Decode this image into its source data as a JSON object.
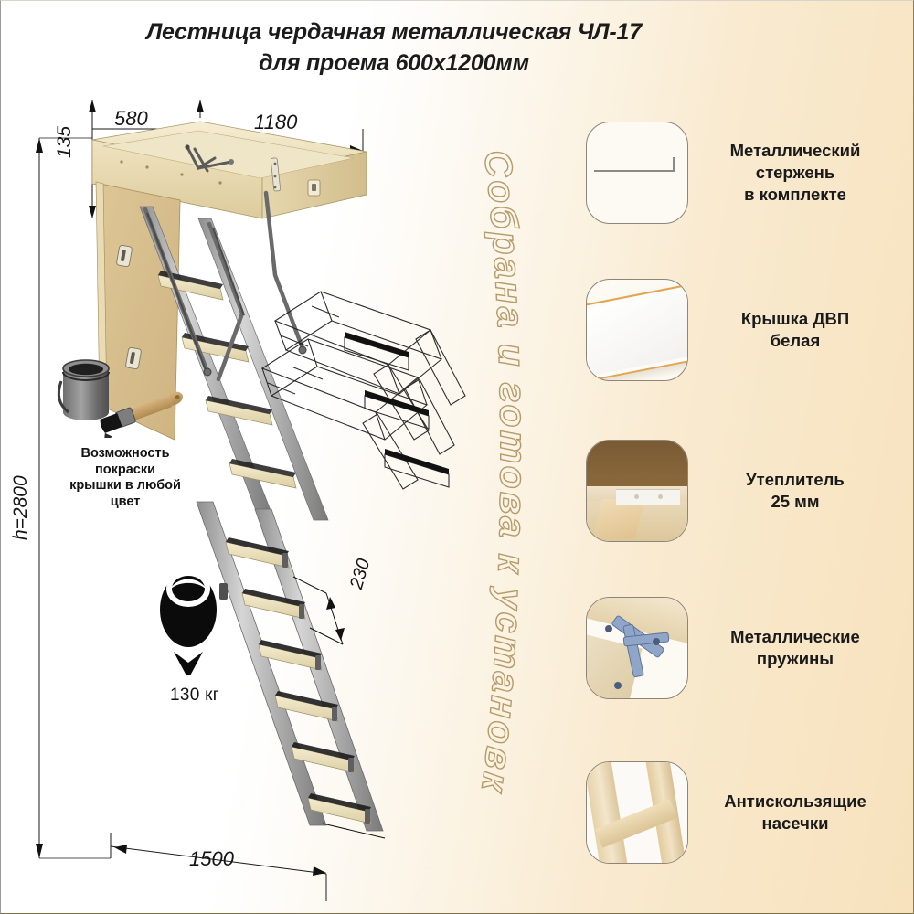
{
  "title": {
    "line1": "Лестница чердачная металлическая ЧЛ-17",
    "line2": "для проема 600х1200мм"
  },
  "slogan": {
    "text": "Собрана и готова к установке",
    "color": "#b59a6a"
  },
  "dimensions": {
    "width_frame": "580",
    "length_frame": "1180",
    "frame_height": "135",
    "ceiling_height": "h=2800",
    "projection": "1500",
    "step_pitch": "230",
    "units": "мм"
  },
  "paint_callout": {
    "line1": "Возможность",
    "line2": "покраски",
    "line3": "крышки в любой",
    "line4": "цвет",
    "icon": "paint-bucket-and-brush-icon"
  },
  "weight_callout": {
    "value": "130 кг",
    "icon": "load-capacity-icon"
  },
  "features": [
    {
      "label_line1": "Металлический",
      "label_line2": "стержень",
      "label_line3": "в комплекте",
      "icon": "metal-rod-icon"
    },
    {
      "label_line1": "Крышка ДВП",
      "label_line2": "белая",
      "label_line3": "",
      "icon": "white-hdf-panel-icon"
    },
    {
      "label_line1": "Утеплитель",
      "label_line2": "25 мм",
      "label_line3": "",
      "icon": "insulation-layer-icon"
    },
    {
      "label_line1": "Металлические",
      "label_line2": "пружины",
      "label_line3": "",
      "icon": "metal-spring-icon"
    },
    {
      "label_line1": "Антискользящие",
      "label_line2": "насечки",
      "label_line3": "",
      "icon": "anti-slip-notches-icon"
    }
  ],
  "colors": {
    "background_left": "#ffffff",
    "background_right": "#f7e2bd",
    "wood": "#eadcb4",
    "metal": "#a8a8a8",
    "text": "#151515"
  }
}
